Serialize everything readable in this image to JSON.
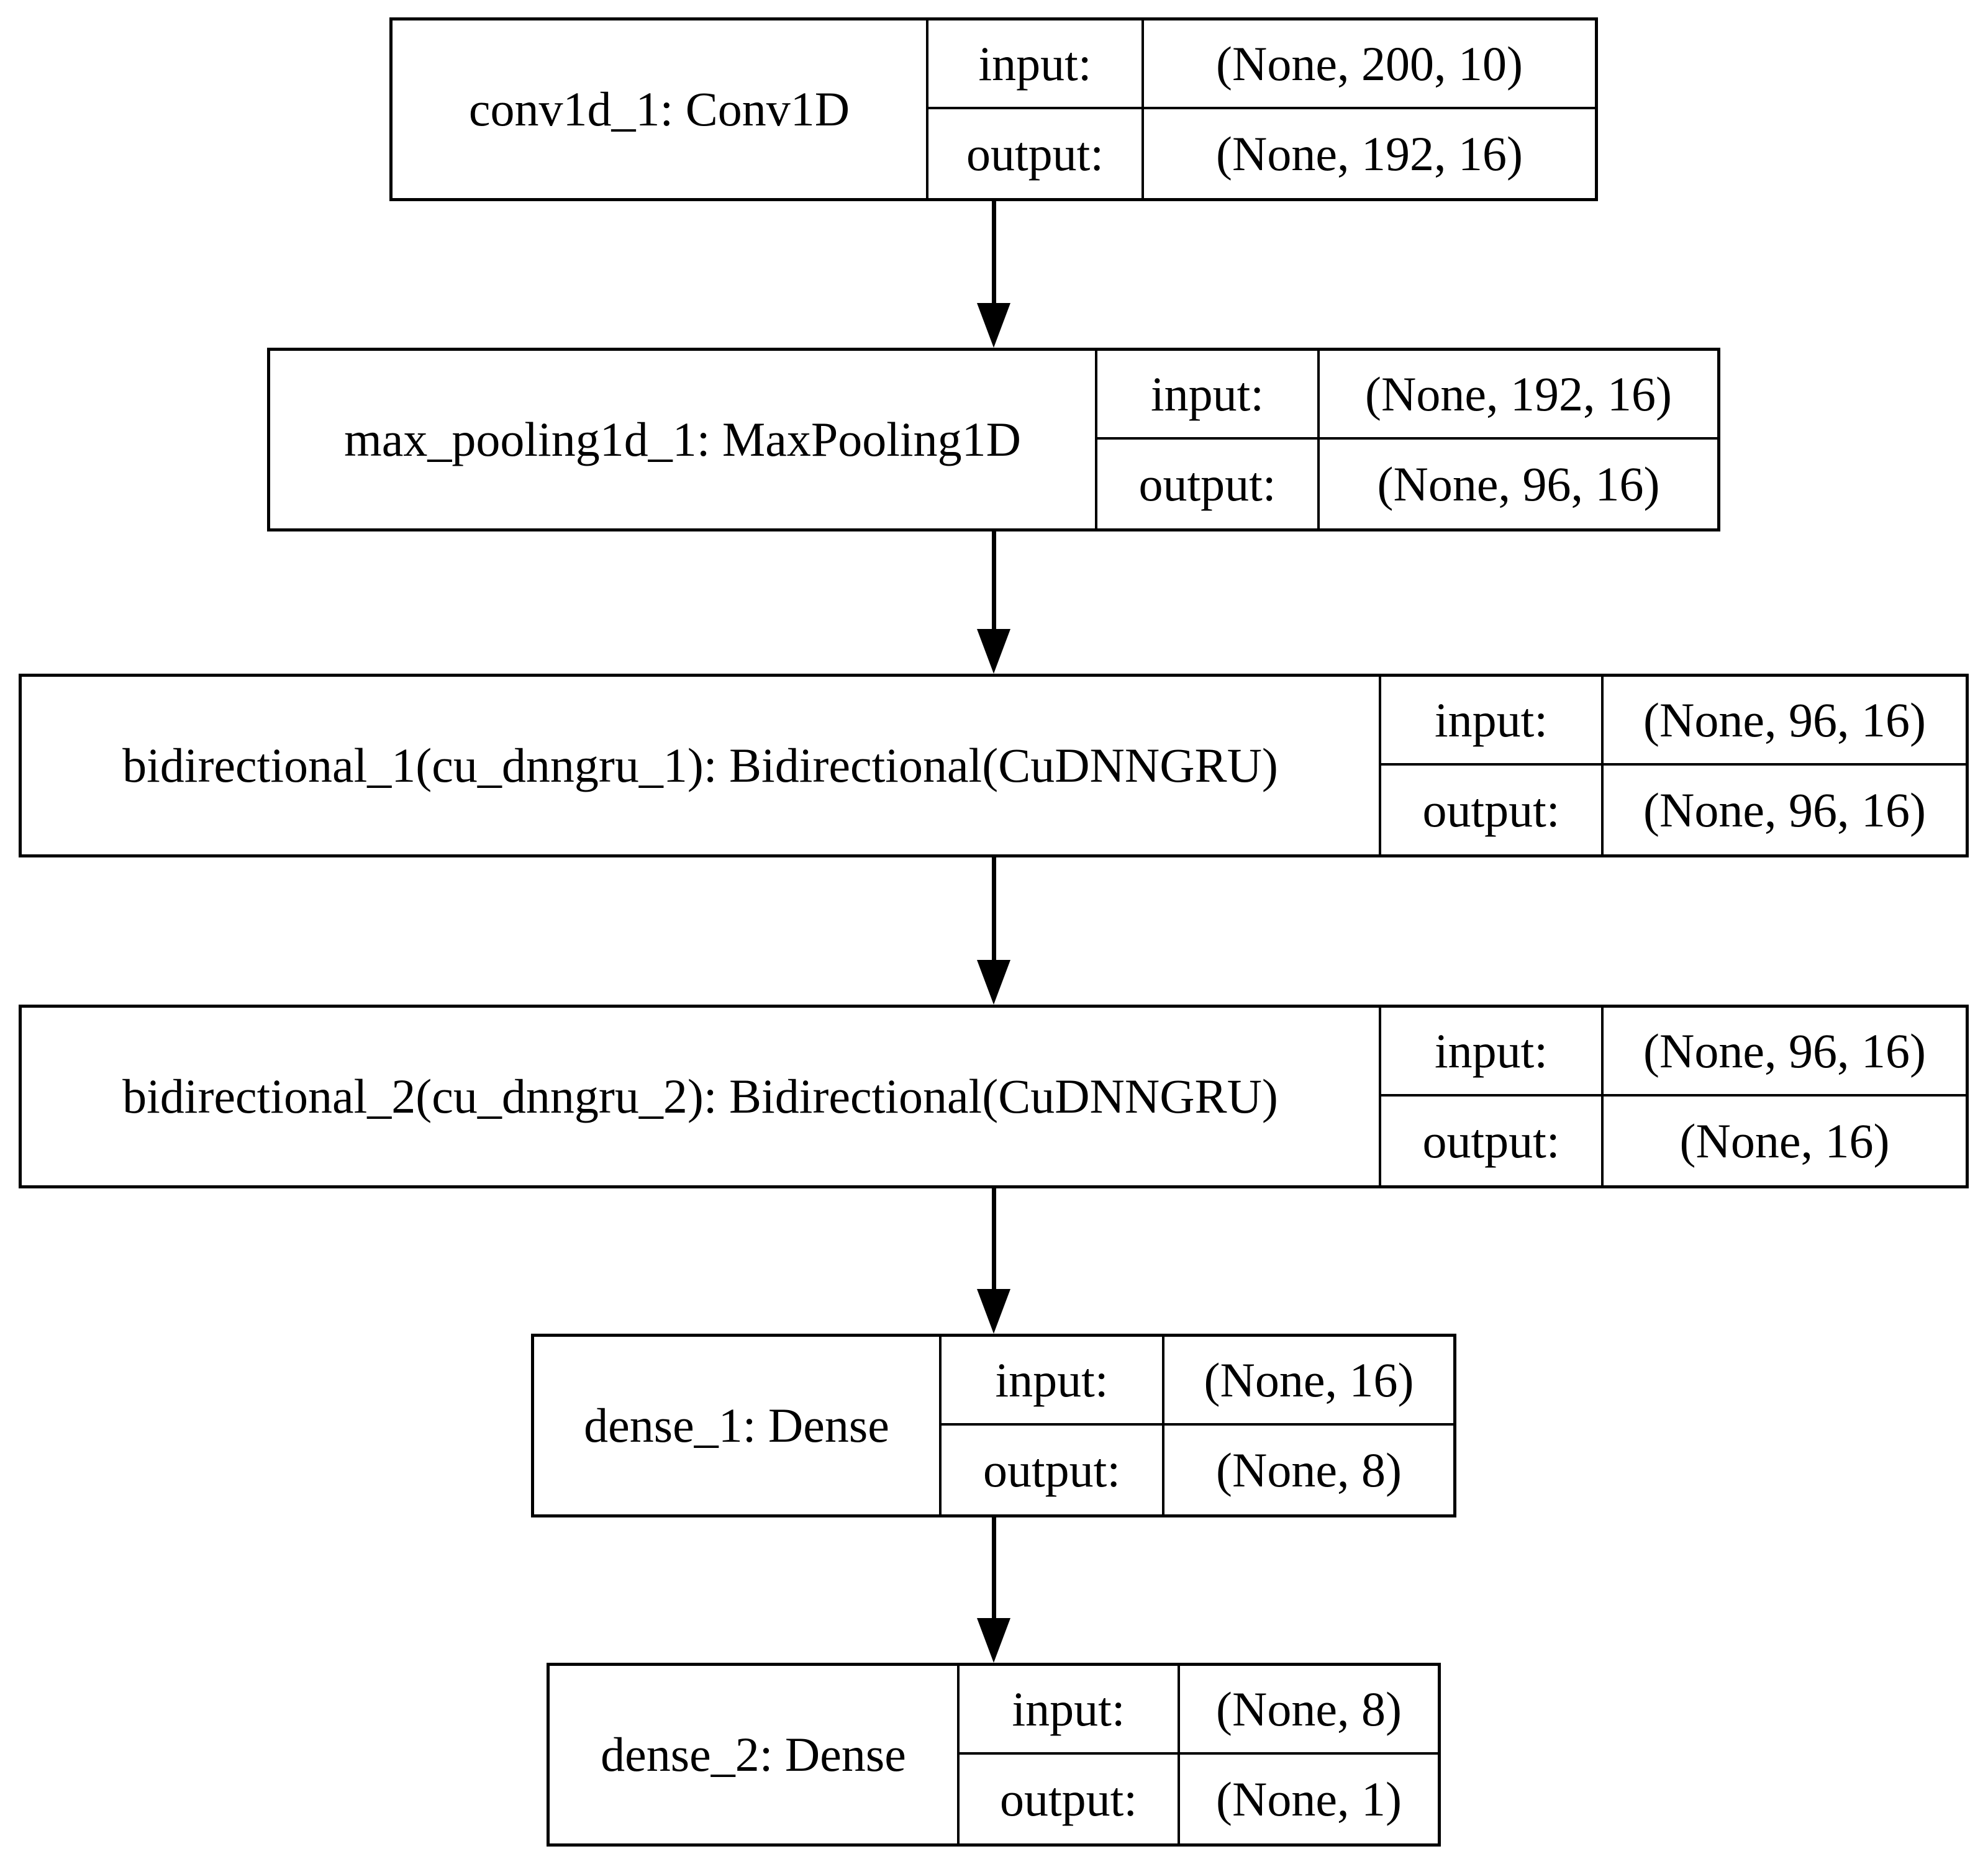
{
  "diagram": {
    "type": "keras-model-architecture",
    "io_labels": {
      "input": "input:",
      "output": "output:"
    },
    "nodes": [
      {
        "name": "conv1d_1: Conv1D",
        "input_shape": "(None, 200, 10)",
        "output_shape": "(None, 192, 16)"
      },
      {
        "name": "max_pooling1d_1: MaxPooling1D",
        "input_shape": "(None, 192, 16)",
        "output_shape": "(None, 96, 16)"
      },
      {
        "name": "bidirectional_1(cu_dnngru_1): Bidirectional(CuDNNGRU)",
        "input_shape": "(None, 96, 16)",
        "output_shape": "(None, 96, 16)"
      },
      {
        "name": "bidirectional_2(cu_dnngru_2): Bidirectional(CuDNNGRU)",
        "input_shape": "(None, 96, 16)",
        "output_shape": "(None, 16)"
      },
      {
        "name": "dense_1: Dense",
        "input_shape": "(None, 16)",
        "output_shape": "(None, 8)"
      },
      {
        "name": "dense_2: Dense",
        "input_shape": "(None, 8)",
        "output_shape": "(None, 1)"
      }
    ],
    "edges": [
      [
        0,
        1
      ],
      [
        1,
        2
      ],
      [
        2,
        3
      ],
      [
        3,
        4
      ],
      [
        4,
        5
      ]
    ],
    "colors": {
      "background": "#ffffff",
      "border": "#000000",
      "text": "#000000",
      "arrow": "#000000"
    }
  }
}
